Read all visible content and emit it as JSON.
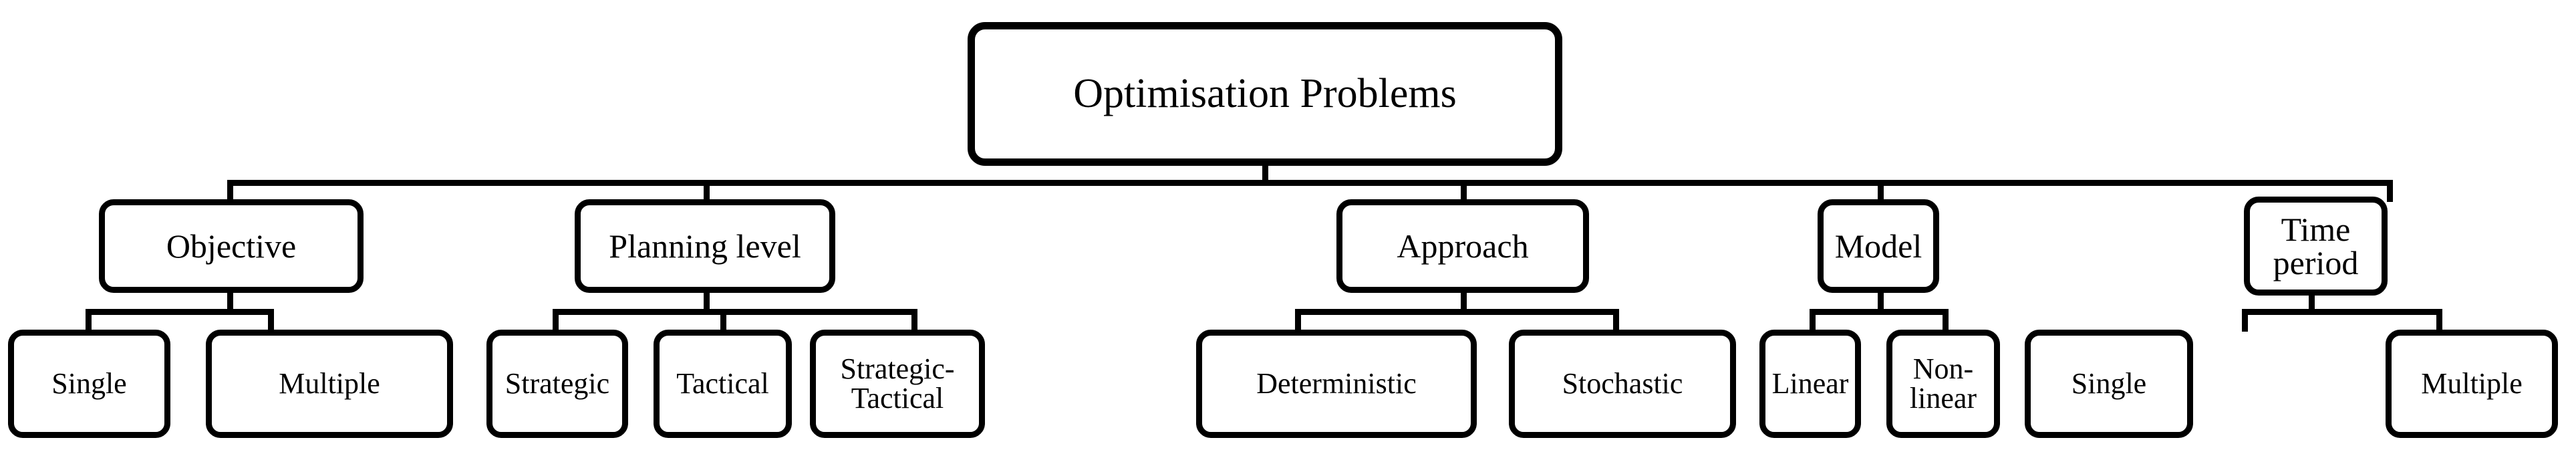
{
  "diagram": {
    "title": "Optimisation Problems",
    "type": "hierarchy-tree",
    "orientation": "top-down",
    "colors": {
      "background": "#ffffff",
      "node_fill": "#ffffff",
      "node_border": "#000000",
      "connector": "#000000",
      "text": "#000000"
    },
    "root": {
      "label": "Optimisation Problems"
    },
    "branches": [
      {
        "label": "Objective",
        "children": [
          {
            "label": "Single"
          },
          {
            "label": "Multiple"
          }
        ]
      },
      {
        "label": "Planning level",
        "children": [
          {
            "label": "Strategic"
          },
          {
            "label": "Tactical"
          },
          {
            "label": "Strategic-\nTactical"
          }
        ]
      },
      {
        "label": "Approach",
        "children": [
          {
            "label": "Deterministic"
          },
          {
            "label": "Stochastic"
          }
        ]
      },
      {
        "label": "Model",
        "children": [
          {
            "label": "Linear"
          },
          {
            "label": "Non-\nlinear"
          }
        ]
      },
      {
        "label": "Time\nperiod",
        "children": [
          {
            "label": "Single"
          },
          {
            "label": "Multiple"
          }
        ]
      }
    ]
  }
}
